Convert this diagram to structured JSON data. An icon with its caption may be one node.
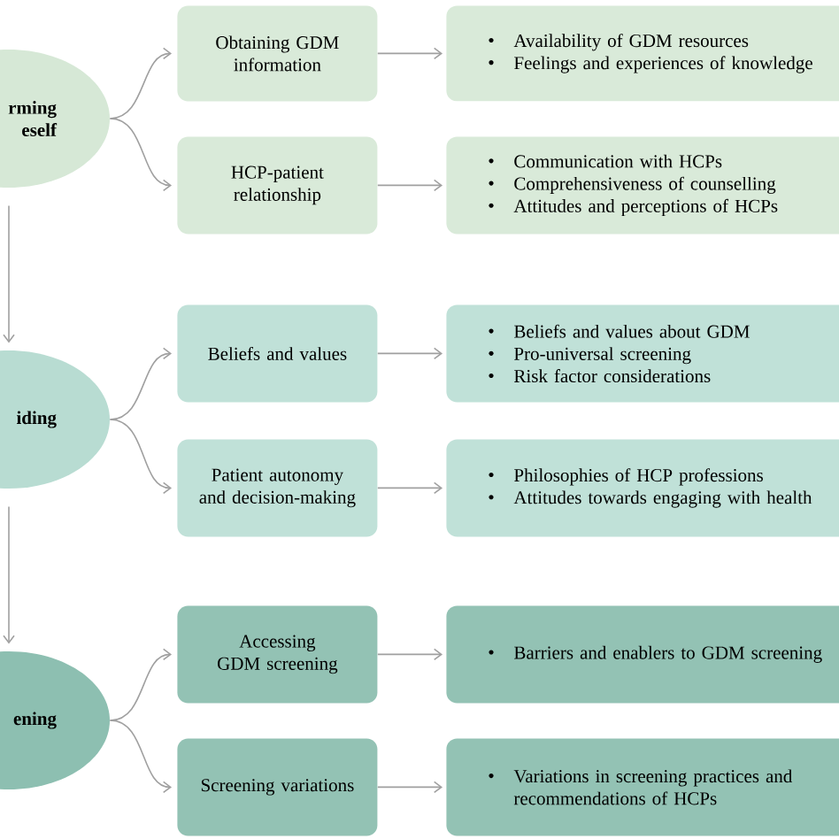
{
  "diagram": {
    "nodes": [
      {
        "text": [
          "rming eself"
        ]
      },
      {
        "text": [
          "Obtaining GDM information"
        ]
      },
      {
        "text": [
          "Availability of GDM resources",
          "Feelings and experiences of knowledge"
        ]
      },
      {
        "text": [
          "HCP-patient relationship"
        ]
      },
      {
        "text": [
          "Communication with HCPs",
          "Comprehensiveness of counselling",
          "Attitudes and perceptions of HCPs"
        ]
      },
      {
        "text": [
          "iding"
        ]
      },
      {
        "text": [
          "Beliefs and values"
        ]
      },
      {
        "text": [
          "Beliefs and values about GDM",
          "Pro-universal screening",
          "Risk factor considerations"
        ]
      },
      {
        "text": [
          "Patient autonomy and decision-making"
        ]
      },
      {
        "text": [
          "Philosophies of HCP professions",
          "Attitudes towards engaging with health"
        ]
      },
      {
        "text": [
          "ening"
        ]
      },
      {
        "text": [
          "Accessing GDM screening"
        ]
      },
      {
        "text": [
          "Barriers and enablers to GDM screening"
        ]
      },
      {
        "text": [
          "Screening variations"
        ]
      },
      {
        "text": [
          "Variations in screening practices and recommendations of HCPs"
        ]
      }
    ],
    "edges": [
      {
        "from": 0,
        "to": 1,
        "arrow": "to"
      },
      {
        "from": 0,
        "to": 3,
        "arrow": "to"
      },
      {
        "from": 1,
        "to": 2,
        "arrow": "to"
      },
      {
        "from": 3,
        "to": 4,
        "arrow": "to"
      },
      {
        "from": 0,
        "to": 5,
        "arrow": "to"
      },
      {
        "from": 5,
        "to": 6,
        "arrow": "to"
      },
      {
        "from": 5,
        "to": 8,
        "arrow": "to"
      },
      {
        "from": 6,
        "to": 7,
        "arrow": "to"
      },
      {
        "from": 8,
        "to": 9,
        "arrow": "to"
      },
      {
        "from": 5,
        "to": 10,
        "arrow": "to"
      },
      {
        "from": 10,
        "to": 11,
        "arrow": "to"
      },
      {
        "from": 10,
        "to": 13,
        "arrow": "to"
      },
      {
        "from": 11,
        "to": 12,
        "arrow": "to"
      },
      {
        "from": 13,
        "to": 14,
        "arrow": "to"
      }
    ]
  }
}
